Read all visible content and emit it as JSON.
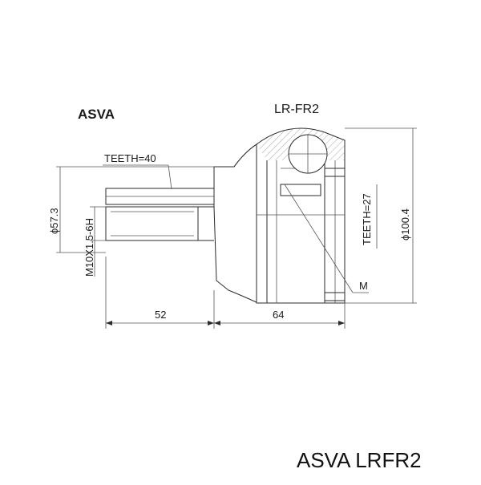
{
  "brand_label": "ASVA",
  "model_label": "LR-FR2",
  "caption": "ASVA LRFR2",
  "dimensions": {
    "teeth_outer": "TEETH=40",
    "teeth_inner": "TEETH=27",
    "diameter_shaft": "ϕ57.3",
    "diameter_body": "ϕ100.4",
    "thread": "M10X1.5-6H",
    "length_shaft": "52",
    "length_body": "64",
    "marker_m": "M"
  }
}
